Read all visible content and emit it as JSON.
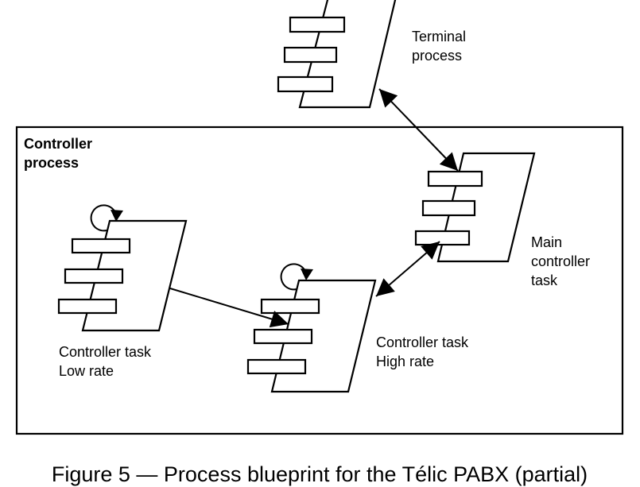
{
  "diagram": {
    "container": {
      "label_line1": "Controller",
      "label_line2": "process"
    },
    "components": {
      "terminal": {
        "line1": "Terminal",
        "line2": "process"
      },
      "main_controller": {
        "line1": "Main",
        "line2": "controller",
        "line3": "task"
      },
      "low_rate": {
        "line1": "Controller task",
        "line2": "Low rate"
      },
      "high_rate": {
        "line1": "Controller task",
        "line2": "High rate"
      }
    },
    "connections": [
      {
        "from": "terminal",
        "to": "main_controller",
        "type": "bidirectional"
      },
      {
        "from": "main_controller",
        "to": "high_rate",
        "type": "bidirectional"
      },
      {
        "from": "low_rate",
        "to": "high_rate",
        "type": "directed"
      },
      {
        "from": "low_rate",
        "to": "low_rate",
        "type": "self-loop"
      },
      {
        "from": "high_rate",
        "to": "high_rate",
        "type": "self-loop"
      }
    ],
    "caption": "Figure 5 — Process blueprint for the Télic PABX (partial)"
  }
}
